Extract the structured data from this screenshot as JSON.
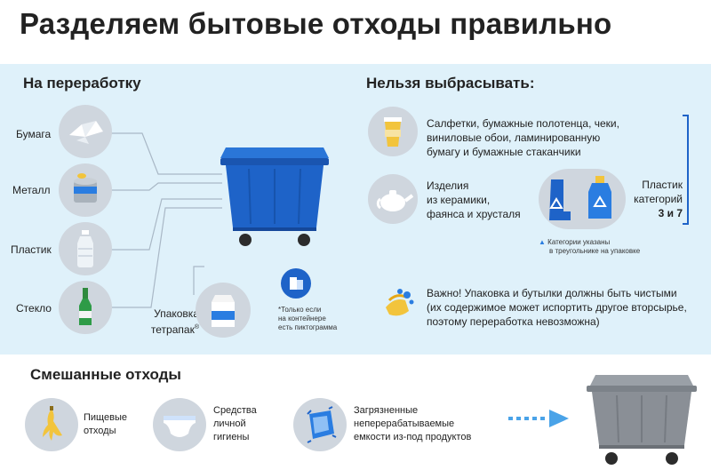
{
  "title": "Разделяем бытовые отходы правильно",
  "recycle": {
    "heading": "На переработку",
    "items": [
      {
        "label": "Бумага",
        "icon": "paper-crane-icon"
      },
      {
        "label": "Металл",
        "icon": "tin-can-icon"
      },
      {
        "label": "Пластик",
        "icon": "plastic-bottle-icon"
      },
      {
        "label": "Стекло",
        "icon": "glass-bottle-icon"
      }
    ],
    "tetrapak_line1": "Упаковка",
    "tetrapak_line2": "тетрапак",
    "tetrapak_mark": "®",
    "note_line1": "*Только если",
    "note_line2": "на контейнере",
    "note_line3": "есть пиктограмма"
  },
  "forbidden": {
    "heading": "Нельзя выбрасывать:",
    "paper_line1": "Салфетки, бумажные полотенца, чеки,",
    "paper_line2": "виниловые обои, ламинированную",
    "paper_line3": "бумагу и бумажные стаканчики",
    "ceramic_line1": "Изделия",
    "ceramic_line2": "из керамики,",
    "ceramic_line3": "фаянса и хрусталя",
    "plastic_line1": "Пластик",
    "plastic_line2": "категорий",
    "plastic_line3": "3 и 7",
    "category_note_line1": "Категории указаны",
    "category_note_line2": "в треугольнике на упаковке",
    "triangle_mark": "▲",
    "important_line1": "Важно! Упаковка и бутылки должны быть чистыми",
    "important_line2": "(их содержимое может испортить другое вторсырье,",
    "important_line3": "поэтому переработка невозможна)"
  },
  "mixed": {
    "heading": "Смешанные отходы",
    "food_line1": "Пищевые",
    "food_line2": "отходы",
    "hygiene_line1": "Средства",
    "hygiene_line2": "личной",
    "hygiene_line3": "гигиены",
    "dirty_line1": "Загрязненные",
    "dirty_line2": "неперерабатываемые",
    "dirty_line3": "емкости из-под продуктов"
  },
  "colors": {
    "panel_bg": "#dff1fa",
    "blue_bin": "#1e63c8",
    "grey_bin": "#8a8f96",
    "icon_circle": "#cfd6de",
    "accent_blue": "#2a7de1"
  }
}
